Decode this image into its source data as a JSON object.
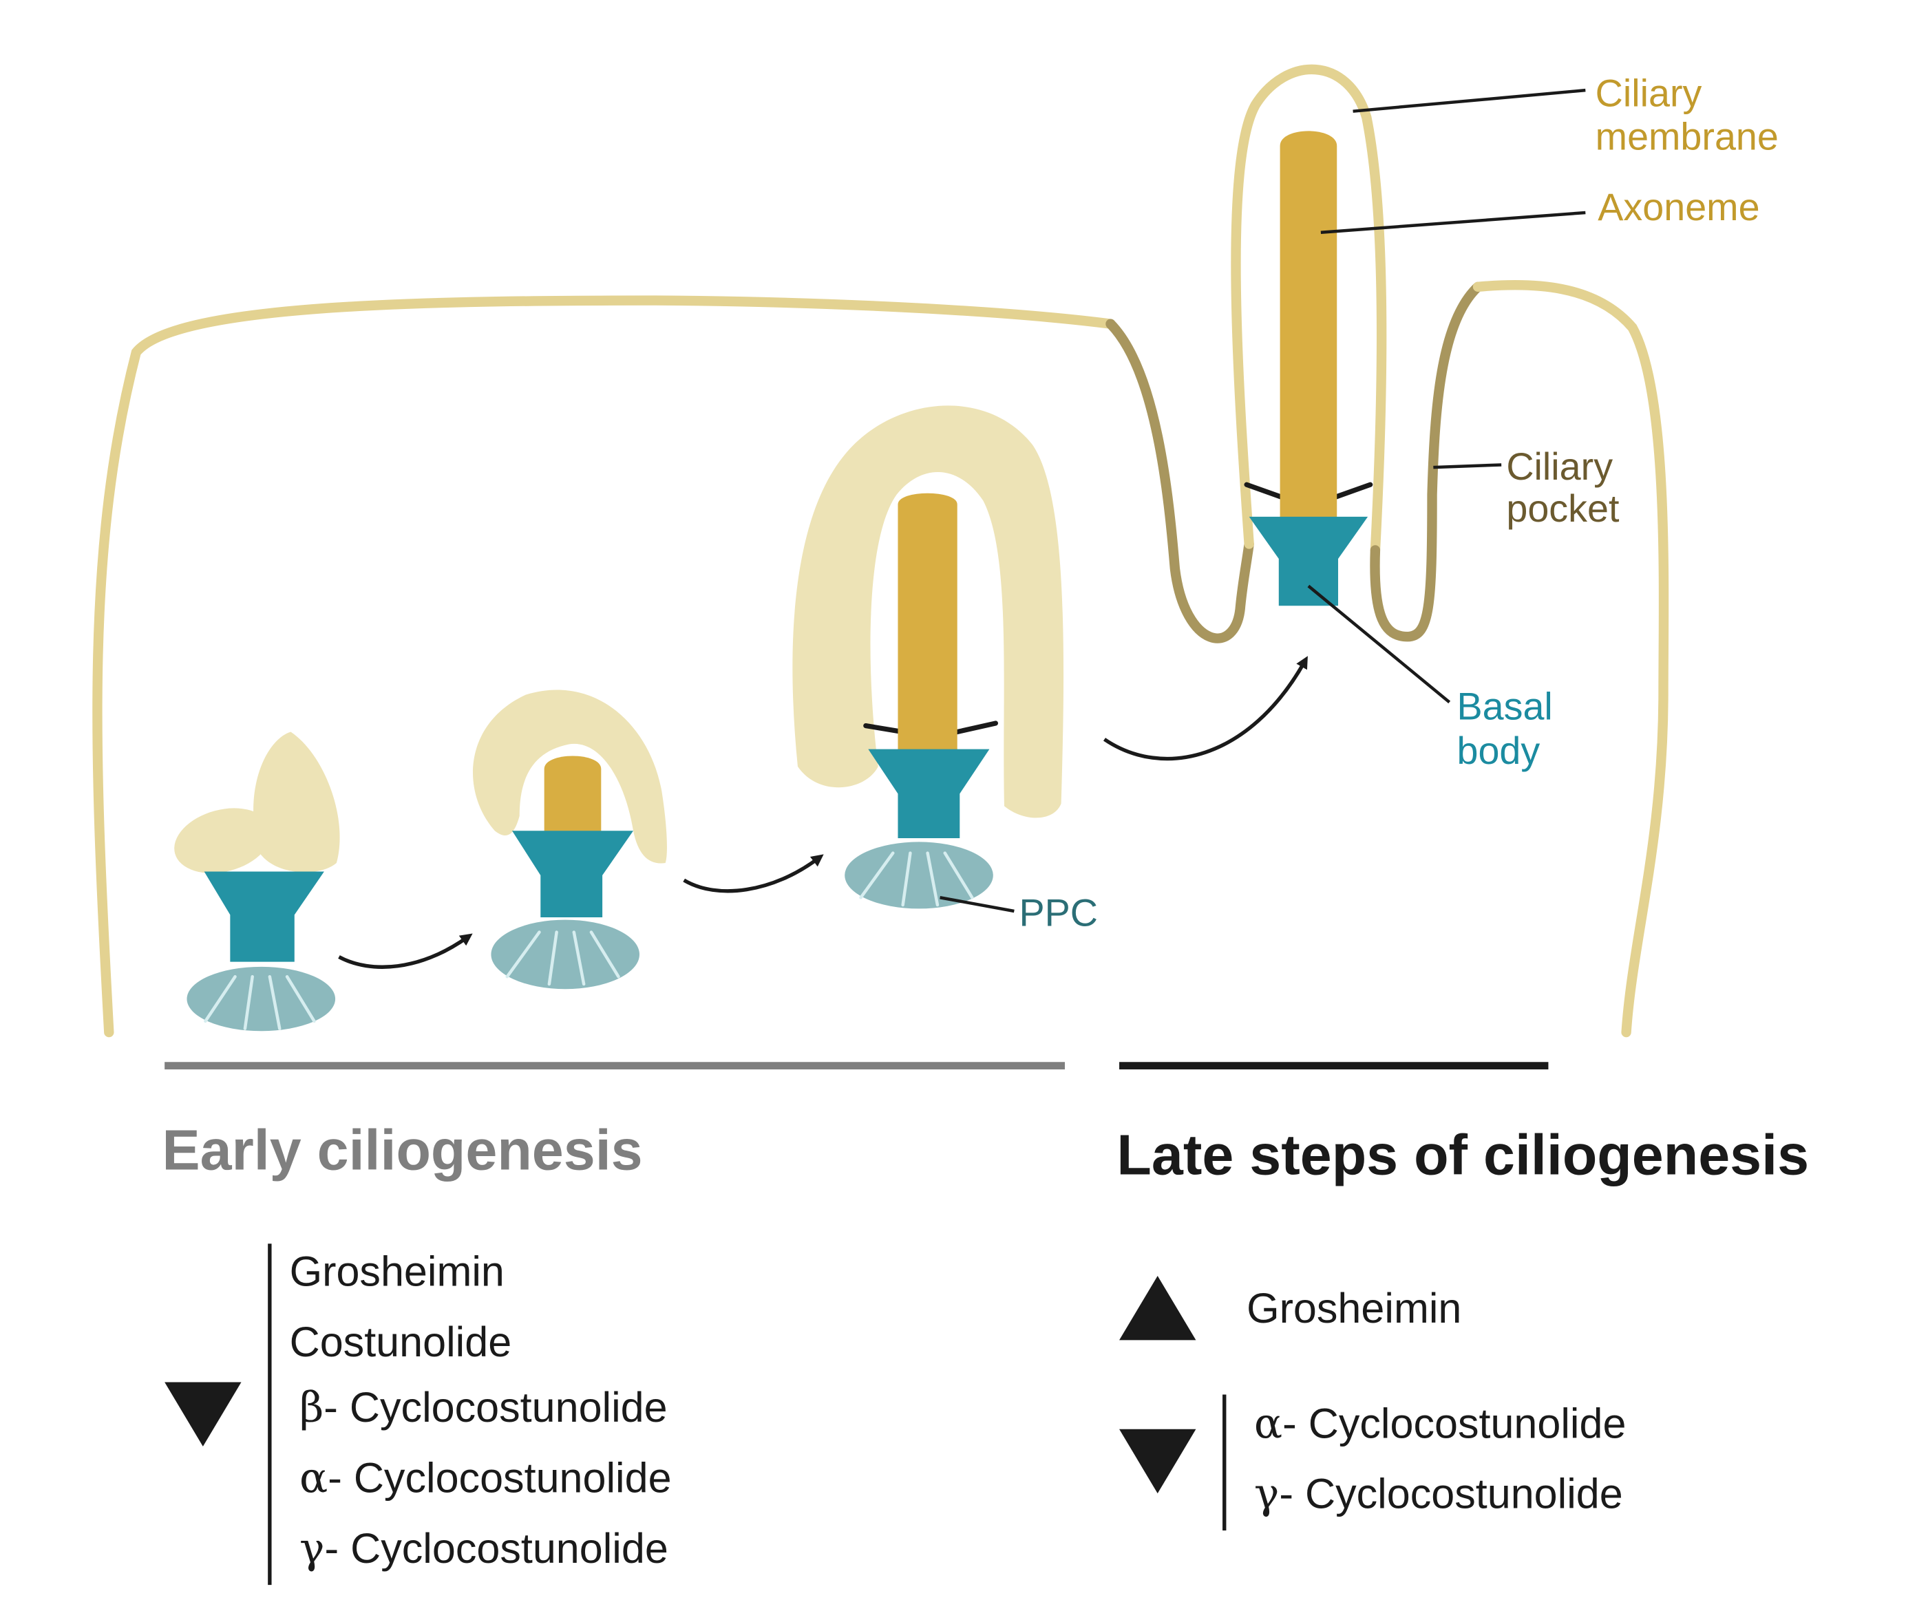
{
  "colors": {
    "membrane": "#E3D291",
    "pocket": "#A8965E",
    "vesicle": "#EDE3B6",
    "axoneme": "#D8AE42",
    "basal_body": "#2493A4",
    "ppc": "#8CB9BD",
    "ppc_lines": "#D6EDEF",
    "leader": "#1a1a1a",
    "early_bar": "#7F7F7F",
    "late_bar": "#1a1a1a",
    "label_gold": "#C29A2C",
    "label_brown": "#6B5A2F",
    "label_teal": "#1B8BA0",
    "label_ppc": "#2B6E76",
    "text_dark": "#1a1a1a",
    "text_grey": "#7F7F7F"
  },
  "labels": {
    "ciliary_membrane": [
      "Ciliary",
      "membrane"
    ],
    "axoneme": "Axoneme",
    "ciliary_pocket": [
      "Ciliary",
      "pocket"
    ],
    "basal_body": [
      "Basal",
      "body"
    ],
    "ppc": "PPC"
  },
  "early": {
    "heading": "Early ciliogenesis",
    "direction": "down",
    "compounds": [
      {
        "prefix": "",
        "name": "Grosheimin"
      },
      {
        "prefix": "",
        "name": "Costunolide"
      },
      {
        "prefix": "β-",
        "name": " Cyclocostunolide"
      },
      {
        "prefix": "α-",
        "name": " Cyclocostunolide"
      },
      {
        "prefix": "γ-",
        "name": " Cyclocostunolide"
      }
    ]
  },
  "late": {
    "heading": "Late steps of ciliogenesis",
    "up_direction": "up",
    "up_compounds": [
      {
        "prefix": "",
        "name": "Grosheimin"
      }
    ],
    "down_direction": "down",
    "down_compounds": [
      {
        "prefix": "α-",
        "name": " Cyclocostunolide"
      },
      {
        "prefix": "γ-",
        "name": " Cyclocostunolide"
      }
    ]
  }
}
